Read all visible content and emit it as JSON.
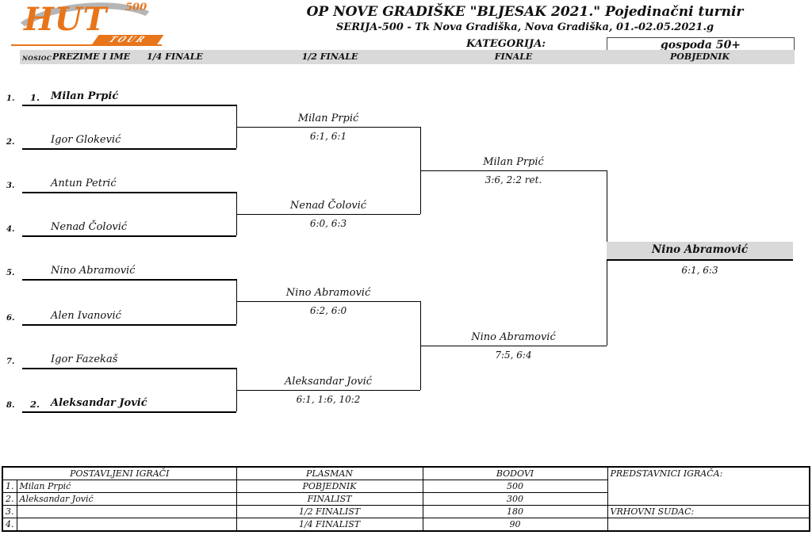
{
  "logo": {
    "series": "500",
    "brand": "HUT",
    "sub": "TOUR"
  },
  "header": {
    "title": "OP NOVE GRADIŠKE \"BLJESAK 2021.\" Pojedinačni turnir",
    "subtitle": "SERIJA-500 - Tk Nova Gradiška, Nova Gradiška, 01.-02.05.2021.g",
    "category_label": "KATEGORIJA:",
    "category_value": "gospoda 50+"
  },
  "columns": {
    "nosioc": "NOSIOC",
    "name": "PREZIME I IME",
    "qf": "1/4 FINALE",
    "sf": "1/2 FINALE",
    "final": "FINALE",
    "winner": "POBJEDNIK"
  },
  "bracket": {
    "players": [
      {
        "pos": "1.",
        "seed": "1.",
        "name": "Milan Prpić"
      },
      {
        "pos": "2.",
        "name": "Igor Glokević"
      },
      {
        "pos": "3.",
        "name": "Antun Petrić"
      },
      {
        "pos": "4.",
        "name": "Nenad Čolović"
      },
      {
        "pos": "5.",
        "name": "Nino Abramović"
      },
      {
        "pos": "6.",
        "name": "Alen Ivanović"
      },
      {
        "pos": "7.",
        "name": "Igor Fazekaš"
      },
      {
        "pos": "8.",
        "seed": "2.",
        "name": "Aleksandar Jović"
      }
    ],
    "quarterfinals": [
      {
        "winner": "Milan Prpić",
        "score": "6:1, 6:1"
      },
      {
        "winner": "Nenad Čolović",
        "score": "6:0, 6:3"
      },
      {
        "winner": "Nino Abramović",
        "score": "6:2, 6:0"
      },
      {
        "winner": "Aleksandar Jović",
        "score": "6:1, 1:6, 10:2"
      }
    ],
    "semifinals": [
      {
        "winner": "Milan Prpić",
        "score": "3:6, 2:2 ret."
      },
      {
        "winner": "Nino Abramović",
        "score": "7:5, 6:4"
      }
    ],
    "final": {
      "winner": "Nino Abramović",
      "score": "6:1, 6:3"
    }
  },
  "results_table": {
    "headers": [
      "POSTAVLJENI IGRAČI",
      "PLASMAN",
      "BODOVI",
      "PREDSTAVNICI IGRAČA:"
    ],
    "rows": [
      {
        "num": "1.",
        "player": "Milan Prpić",
        "plasman": "POBJEDNIK",
        "bodovi": "500",
        "extra": ""
      },
      {
        "num": "2.",
        "player": "Aleksandar Jović",
        "plasman": "FINALIST",
        "bodovi": "300",
        "extra": ""
      },
      {
        "num": "3.",
        "player": "",
        "plasman": "1/2 FINALIST",
        "bodovi": "180",
        "extra": "VRHOVNI SUDAC:"
      },
      {
        "num": "4.",
        "player": "",
        "plasman": "1/4 FINALIST",
        "bodovi": "90",
        "extra": ""
      }
    ]
  },
  "colors": {
    "band": "#d9d9d9",
    "accent_orange": "#e8751a",
    "swoosh": "#b5b5b5",
    "line": "#000000"
  }
}
